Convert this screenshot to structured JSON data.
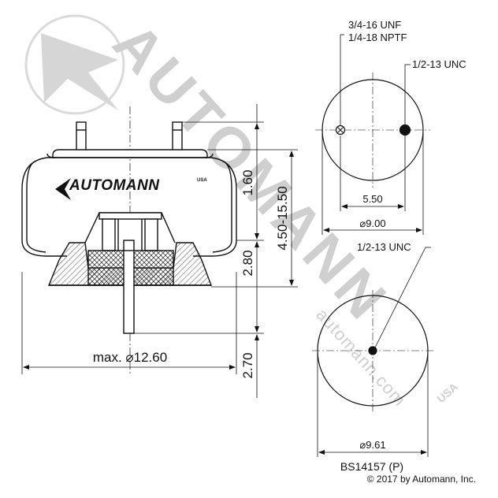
{
  "watermark": {
    "big_text": "AUTOMANN",
    "small_text": "automann.com",
    "suffix": "USA",
    "color": "#a8a8a8"
  },
  "brand": {
    "logo_text": "AUTOMANN",
    "logo_suffix": "USA"
  },
  "side_view": {
    "dim_upper": "1.60",
    "dim_middle": "2.80",
    "dim_lower": "2.70",
    "dim_range": "4.50-15.50",
    "dim_max_width": "max. ⌀12.60"
  },
  "top_view": {
    "thread_note_line1": "3/4-16 UNF",
    "thread_note_line2": "1/4-18 NPTF",
    "stud_note": "1/2-13 UNC",
    "spacing": "5.50",
    "diameter": "⌀9.00"
  },
  "bottom_view": {
    "stud_note": "1/2-13 UNC",
    "diameter": "⌀9.61"
  },
  "footer": {
    "part_number": "BS14157 (P)",
    "copyright": "© 2017 by Automann, Inc."
  },
  "colors": {
    "line": "#111111",
    "hatch": "#222222",
    "watermark": "#a8a8a8"
  }
}
